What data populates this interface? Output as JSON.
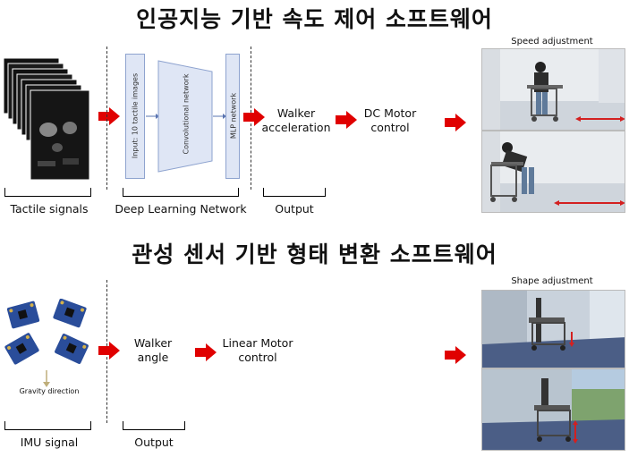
{
  "top": {
    "title": "인공지능 기반 속도 제어 소프트웨어",
    "tactile_label": "Tactile signals",
    "network": {
      "input_label": "Input: 10 tactile images",
      "conv_label": "Convolutional network",
      "mlp_label": "MLP network",
      "bracket_label": "Deep Learning Network"
    },
    "output_text": "Walker\nacceleration",
    "output_label": "Output",
    "control_text": "DC Motor\ncontrol",
    "photo_title": "Speed adjustment"
  },
  "bottom": {
    "title": "관성 센서 기반 형태 변환 소프트웨어",
    "gravity_label": "Gravity direction",
    "imu_label": "IMU signal",
    "output_text": "Walker\nangle",
    "output_label": "Output",
    "control_text": "Linear Motor\ncontrol",
    "photo_title": "Shape adjustment"
  },
  "colors": {
    "arrow": "#e00000",
    "network_fill": "#dfe6f5",
    "network_border": "#8ea3cf",
    "double_arrow": "#d32020"
  }
}
